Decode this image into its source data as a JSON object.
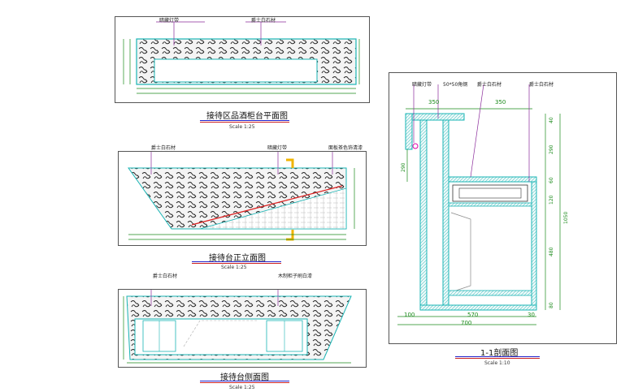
{
  "drawings": {
    "plan": {
      "title": "接待区品酒柜台平面图",
      "scale": "Scale  1:25",
      "labels": [
        "暗藏灯带",
        "爵士白石材"
      ]
    },
    "front": {
      "title": "接待台正立面图",
      "scale": "Scale  1:25",
      "labels": [
        "爵士白石材",
        "暗藏灯带",
        "面板茶色饰清漆"
      ]
    },
    "side": {
      "title": "接待台侧面图",
      "scale": "Scale  1:25",
      "labels": [
        "爵士白石材",
        "木制柜子刷白漆"
      ]
    },
    "section": {
      "title": "1-1剖面图",
      "scale": "Scale  1:10",
      "labels": [
        "暗藏灯带",
        "50*50角钢",
        "爵士白石材",
        "爵士白石材"
      ],
      "dims_top": [
        "350",
        "350"
      ],
      "dims_bottom": [
        "100",
        "570",
        "30",
        "700"
      ],
      "dims_right_inner": [
        "40",
        "290",
        "60",
        "120",
        "480",
        "80"
      ],
      "dims_right_total": "1050",
      "dim_left": "290"
    }
  }
}
